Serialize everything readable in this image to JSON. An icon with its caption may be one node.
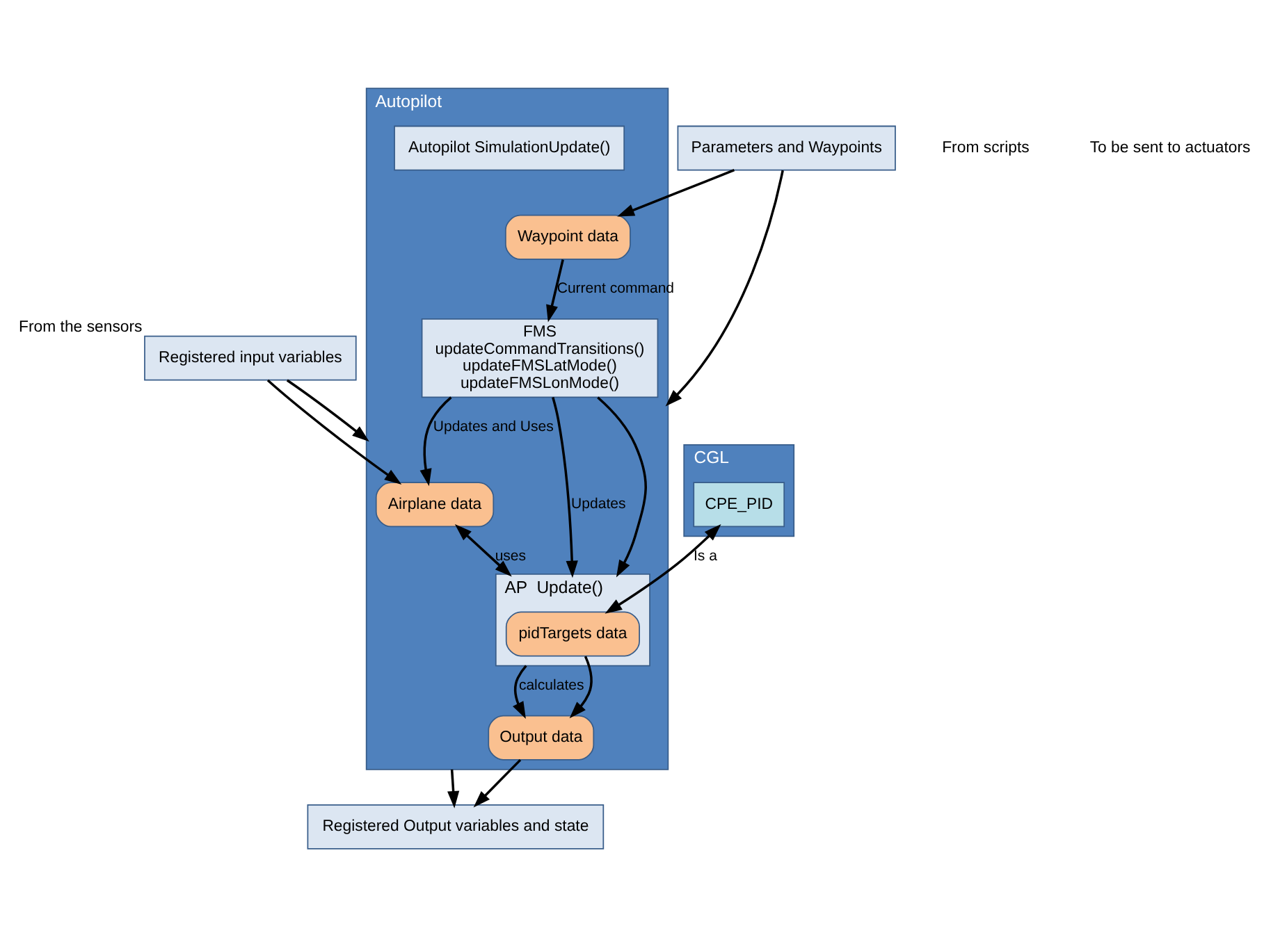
{
  "diagram": {
    "nodes": [
      {
        "text": [
          "Registered input variables"
        ],
        "beside": [
          "From the sensors"
        ]
      },
      {
        "text": [
          "CGL"
        ]
      },
      {
        "text": [
          "CPE_PID"
        ],
        "in": 1
      },
      {
        "text": [
          "Autopilot"
        ]
      },
      {
        "text": [
          "Airplane data"
        ],
        "in": 3
      },
      {
        "text": [
          "Autopilot SimulationUpdate()"
        ],
        "in": 3
      },
      {
        "text": [
          "FMS",
          "updateCommandTransitions()",
          "updateFMSLatMode()",
          "updateFMSLonMode()"
        ],
        "in": 3
      },
      {
        "text": [
          "AP  Update()"
        ],
        "in": 3
      },
      {
        "text": [
          "pidTargets data"
        ],
        "in": 7
      },
      {
        "text": [
          "Waypoint data"
        ],
        "in": 3
      },
      {
        "text": [
          "Output data"
        ],
        "in": 3
      },
      {
        "text": [
          "Parameters and Waypoints"
        ]
      },
      {
        "text": [
          "Registered Output variables and state"
        ]
      }
    ],
    "edges": [
      {
        "from": 0,
        "to": 4,
        "arrow": "to"
      },
      {
        "from": 0,
        "to": 3,
        "arrow": "to"
      },
      {
        "from": 6,
        "to": 4,
        "arrow": "to",
        "label": "Updates and Uses"
      },
      {
        "from": 4,
        "to": 7,
        "arrow": "both",
        "label": "uses"
      },
      {
        "from": 2,
        "to": 8,
        "arrow": "both",
        "label": "Is a"
      },
      {
        "from": 6,
        "to": 7,
        "arrow": "to",
        "label": "Updates"
      },
      {
        "from": 6,
        "to": 7,
        "arrow": "to"
      },
      {
        "from": 7,
        "to": 10,
        "arrow": "to",
        "label": "calculates"
      },
      {
        "from": 8,
        "to": 10,
        "arrow": "to"
      },
      {
        "from": 9,
        "to": 6,
        "arrow": "to",
        "label": "Current command"
      },
      {
        "from": 11,
        "to": 9,
        "arrow": "to"
      },
      {
        "from": 11,
        "to": 3,
        "arrow": "to"
      },
      {
        "from": 10,
        "to": 12,
        "arrow": "to"
      },
      {
        "from": 3,
        "to": 12,
        "arrow": "to"
      }
    ],
    "labels": [
      "From scripts",
      "To be sent to actuators"
    ]
  }
}
